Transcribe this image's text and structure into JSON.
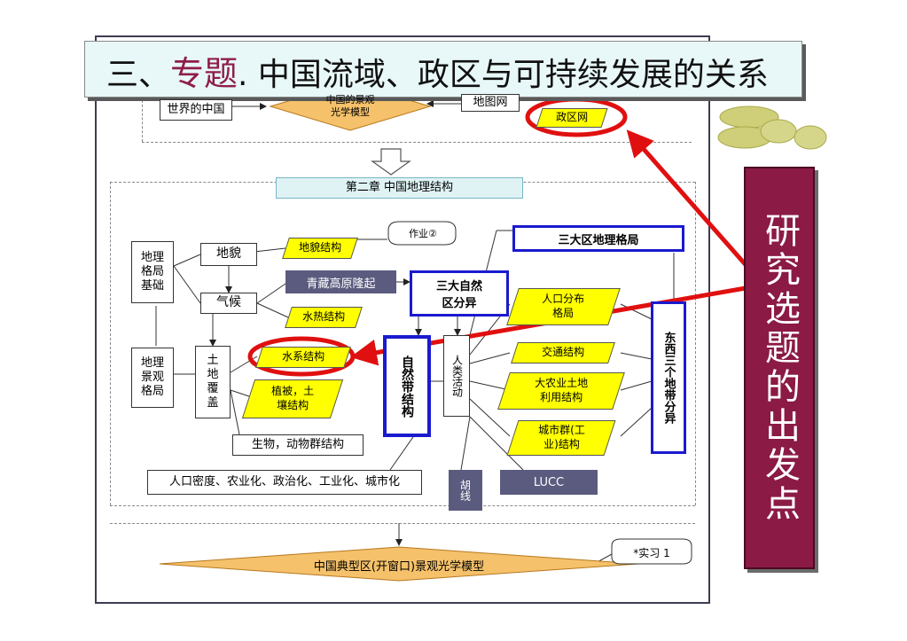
{
  "title": {
    "prefix": "三、",
    "highlight": "专题",
    "suffix": ". 中国流域、政区与可持续发展的关系"
  },
  "side_panel": {
    "text": "研究选题的出发点"
  },
  "top_row": {
    "world_china": "世界的中国",
    "china_model": "中国的景观\n光学模型",
    "map_net": "地图网",
    "admin_net": "政区网"
  },
  "chapter_box": "第二章  中国地理结构",
  "left_col": {
    "pattern_basis": "地理\n格局\n基础",
    "landscape_pattern": "地理\n景观\n格局"
  },
  "mid_col": {
    "landform": "地貌",
    "climate": "气候",
    "land_cover": "土\n地\n覆\n盖"
  },
  "parallelograms": {
    "landform_structure": "地貌结构",
    "hydrothermal": "水热结构",
    "water_system": "水系结构",
    "vegetation_soil": "植被，土\n壤结构",
    "population_dist": "人口分布\n格局",
    "transport": "交通结构",
    "agri_land": "大农业土地\n利用结构",
    "city_cluster": "城市群(工\n业)结构"
  },
  "tibet_box": "青藏高原隆起",
  "homework": "作业②",
  "three_natural": "三大自然\n区分异",
  "three_regions": "三大区地理格局",
  "natural_zone": "自然带结构",
  "human_activity": "人类活动",
  "east_west": "东西三个地带分异",
  "biology": "生物，动物群结构",
  "bottom_list": "人口密度、农业化、政治化、工业化、城市化",
  "hu_line": "胡线",
  "lucc": "LUCC",
  "bottom_model": "中国典型区(开窗口)景观光学模型",
  "practice": "*实习 1"
}
